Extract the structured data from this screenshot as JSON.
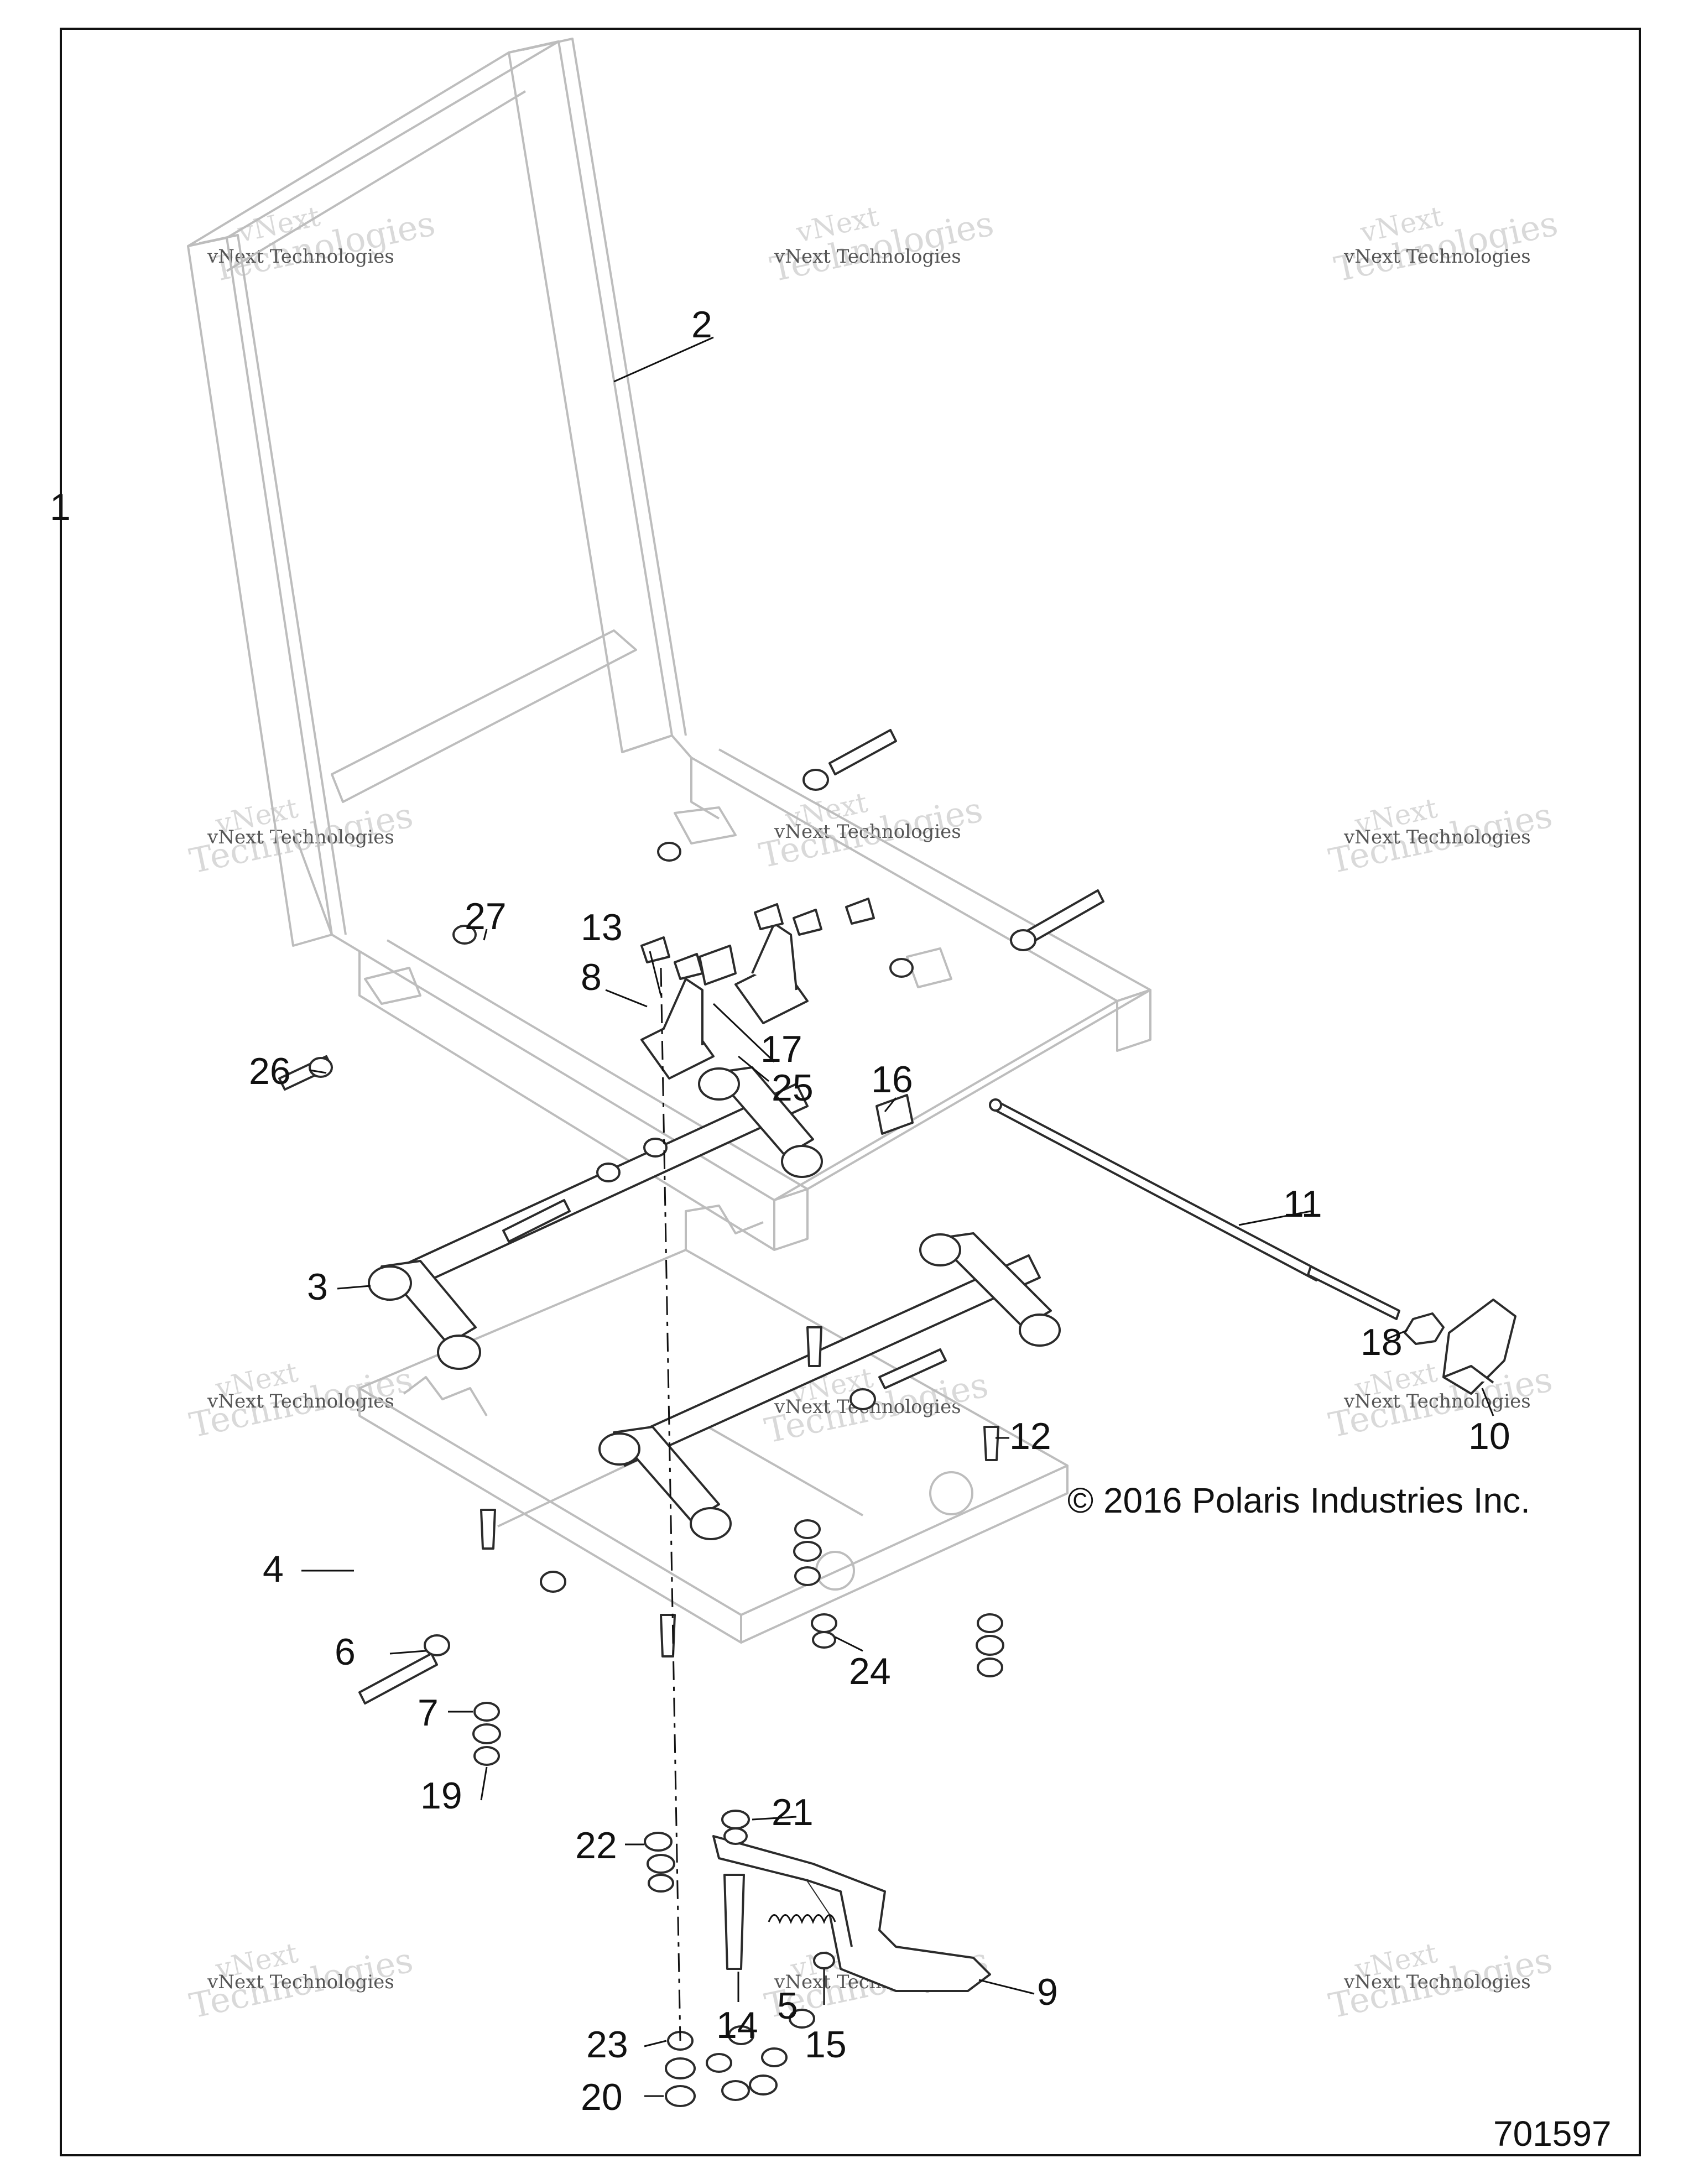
{
  "copyright": "© 2016 Polaris Industries Inc.",
  "drawing_number": "701597",
  "watermark": {
    "line1": "vNext Technologies",
    "line2": "Technologies",
    "line3": "vNext"
  },
  "callouts": [
    "1",
    "2",
    "3",
    "4",
    "5",
    "6",
    "7",
    "8",
    "9",
    "10",
    "11",
    "12",
    "13",
    "14",
    "15",
    "16",
    "17",
    "18",
    "19",
    "20",
    "21",
    "22",
    "23",
    "24",
    "25",
    "26",
    "27"
  ]
}
